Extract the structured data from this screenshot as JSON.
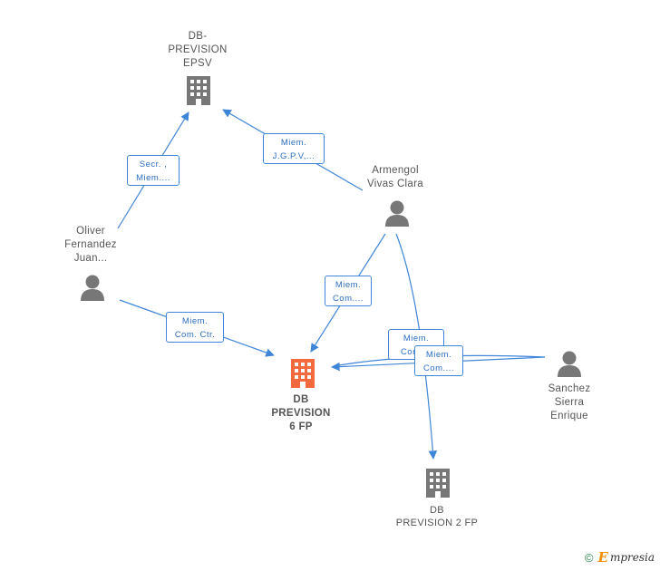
{
  "nodes": {
    "db_prevision_epsv": {
      "label": "DB-\nPREVISION\nEPSV",
      "kind": "company"
    },
    "armengol": {
      "label": "Armengol\nVivas Clara",
      "kind": "person"
    },
    "oliver": {
      "label": "Oliver\nFernandez\nJuan...",
      "kind": "person"
    },
    "db_prevision_6fp": {
      "label": "DB\nPREVISION\n6 FP",
      "kind": "company-focus"
    },
    "sanchez": {
      "label": "Sanchez\nSierra\nEnrique",
      "kind": "person"
    },
    "db_prevision_2fp": {
      "label": "DB\nPREVISION 2 FP",
      "kind": "company"
    }
  },
  "edges": {
    "armengol_epsv": "Miem.\nJ.G.P.V,...",
    "oliver_epsv": "Secr. ,\nMiem....",
    "armengol_6fp": "Miem.\nCom....",
    "oliver_6fp": "Miem.\nCom. Ctr.",
    "sanchez_6fp_a": "Miem.\nCom....",
    "sanchez_6fp_b": "Miem.\nCom...."
  },
  "colors": {
    "edge": "#3f86d8",
    "company_icon": "#777777",
    "focus_icon": "#f26a3d",
    "person_icon": "#777777"
  },
  "brand": {
    "copyright": "©",
    "e": "E",
    "rest": "mpresia"
  }
}
